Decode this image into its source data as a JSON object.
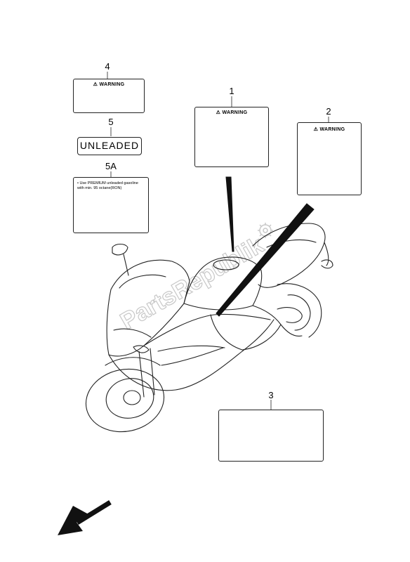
{
  "callouts": {
    "c1": "1",
    "c2": "2",
    "c3": "3",
    "c4": "4",
    "c5": "5",
    "c5a": "5A"
  },
  "labels": {
    "label1_heading": "WARNING",
    "label2_heading": "WARNING",
    "label4_heading": "WARNING",
    "label5_text": "UNLEADED",
    "label5a_text": "• Use PREMIUM unleaded gasoline with min. 95 octane(RON)"
  },
  "watermark": "PartsRepublik",
  "colors": {
    "ink": "#222222",
    "watermark": "#c8c8c8"
  },
  "icons": {
    "direction": "arrow-front-left-icon",
    "warning": "warning-triangle-icon"
  }
}
